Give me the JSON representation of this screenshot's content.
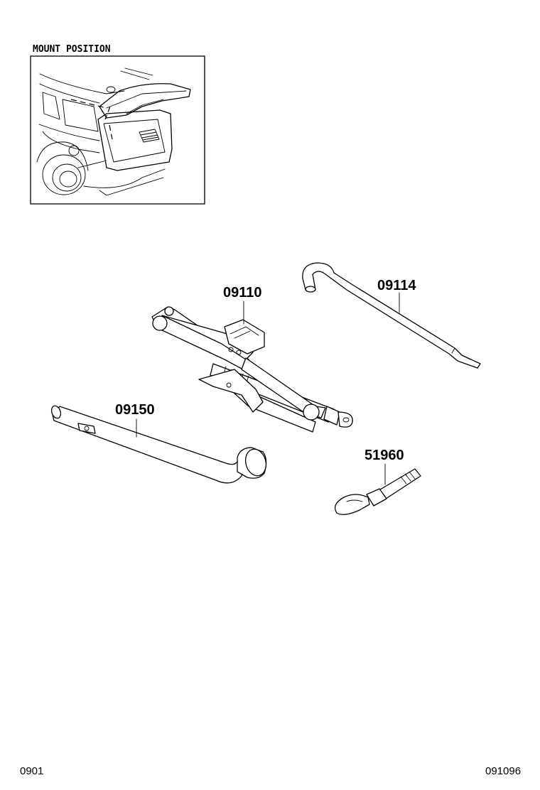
{
  "inset": {
    "title": "MOUNT POSITION"
  },
  "parts": [
    {
      "id": "jack",
      "number": "09110"
    },
    {
      "id": "jack-handle",
      "number": "09114"
    },
    {
      "id": "wheel-wrench",
      "number": "09150"
    },
    {
      "id": "towing-hook",
      "number": "51960"
    }
  ],
  "footer": {
    "left_code": "0901",
    "right_code": "091096"
  }
}
